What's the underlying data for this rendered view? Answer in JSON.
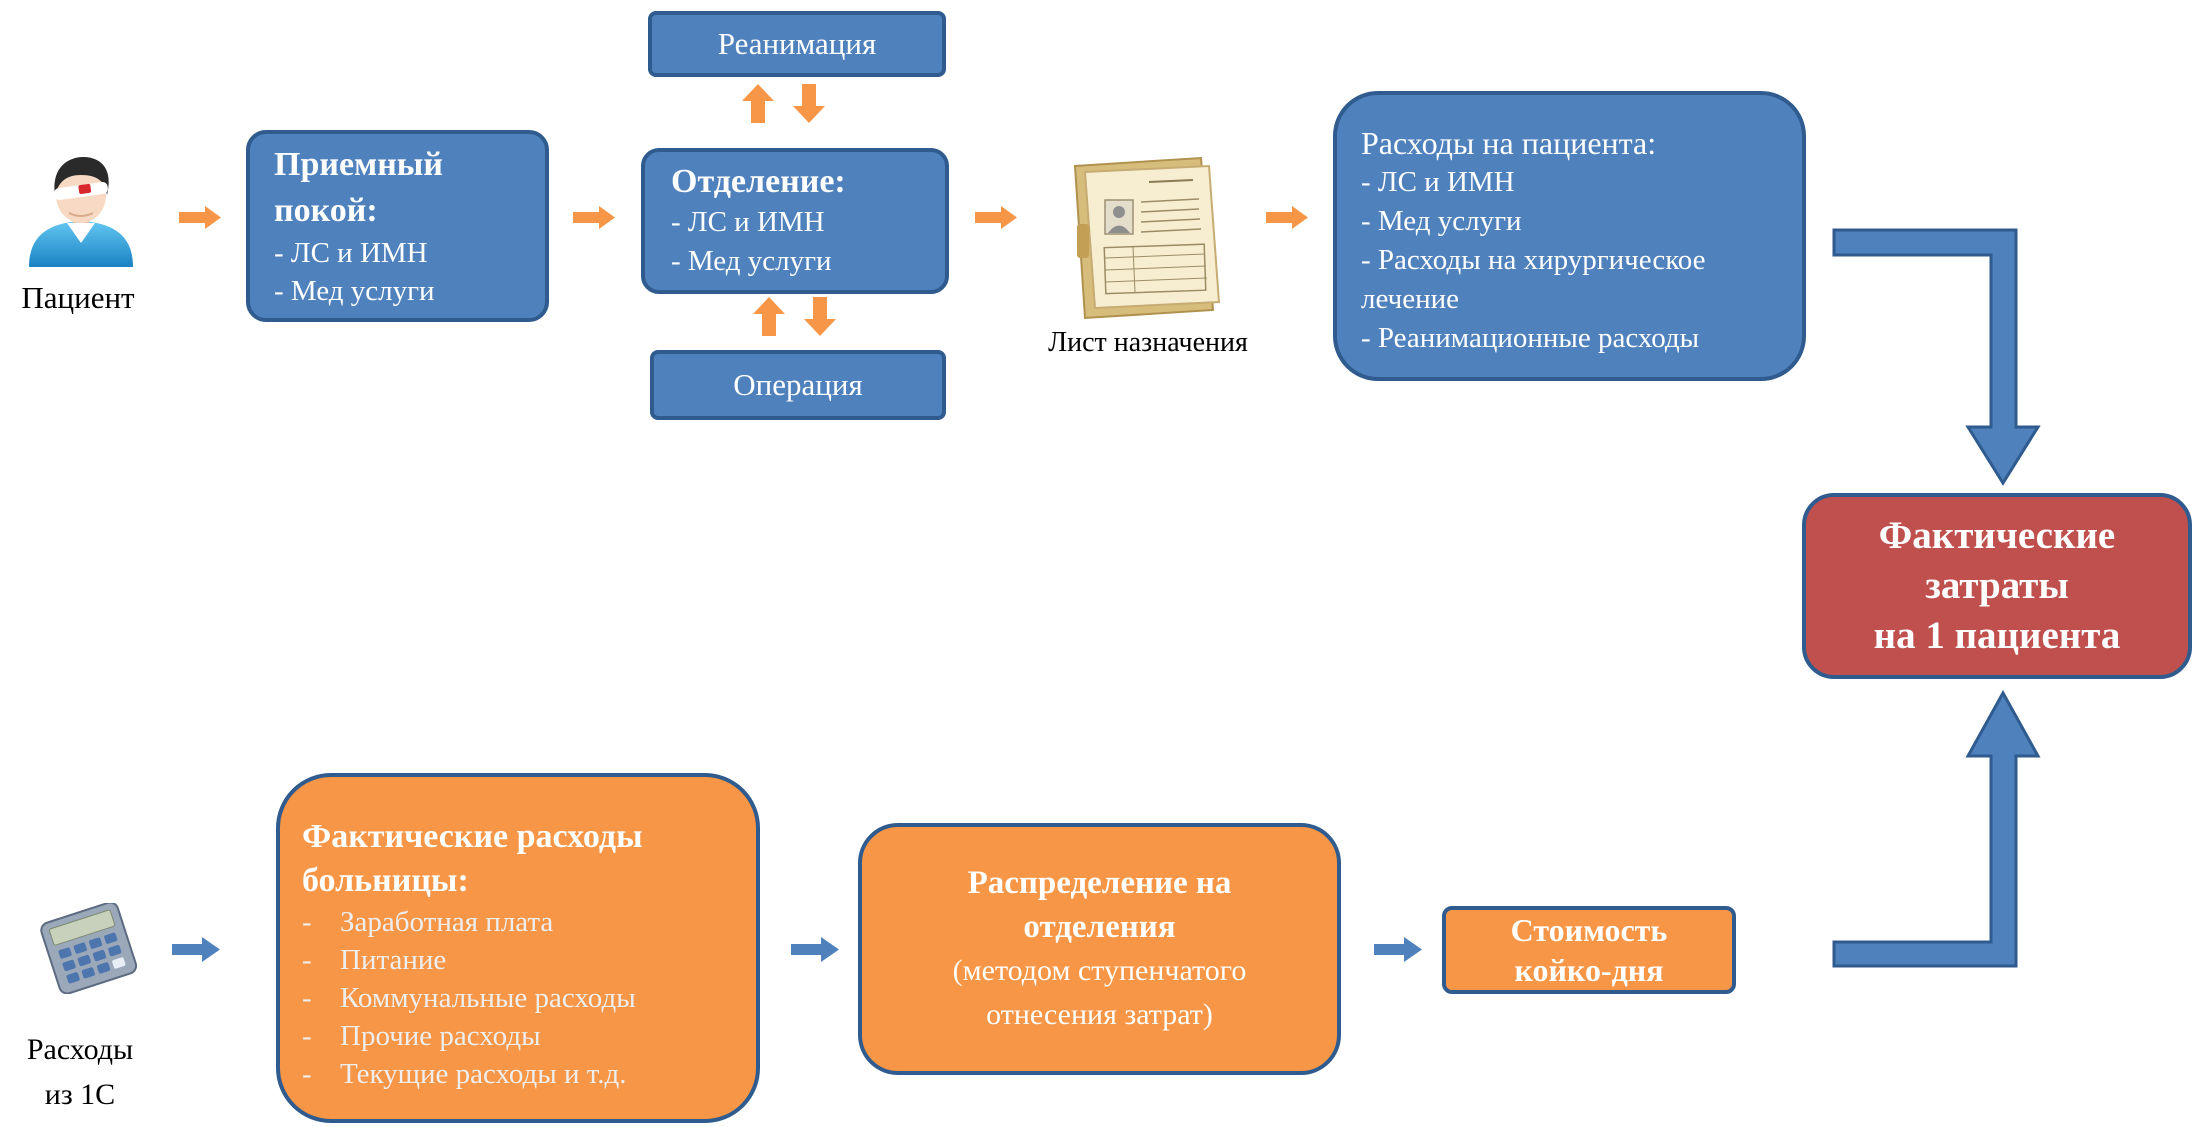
{
  "colors": {
    "blue_box": "#4F81BD",
    "box_border": "#2F5B8F",
    "orange_box": "#F79646",
    "red_box": "#C0504D",
    "connector_orange": "#F79646",
    "connector_blue": "#4F81BD"
  },
  "patient": {
    "icon": "patient-avatar-icon",
    "label": "Пациент"
  },
  "reception": {
    "title_lines": [
      "Приемный",
      "покой:"
    ],
    "items": [
      "- ЛС и ИМН",
      "- Мед услуги"
    ]
  },
  "reanimation": {
    "label": "Реанимация"
  },
  "department": {
    "title": "Отделение:",
    "items": [
      "- ЛС и ИМН",
      "- Мед услуги"
    ]
  },
  "operation": {
    "label": "Операция"
  },
  "prescription_sheet": {
    "icon": "document-folder-icon",
    "label": "Лист назначения"
  },
  "patient_expenses": {
    "title": "Расходы на пациента:",
    "items": [
      "- ЛС и ИМН",
      "- Мед услуги",
      "- Расходы на хирургическое лечение",
      "- Реанимационные расходы"
    ]
  },
  "actual_costs_per_patient": {
    "lines": [
      "Фактические",
      "затраты",
      "на 1 пациента"
    ]
  },
  "source_1c": {
    "icon": "calculator-icon",
    "label_lines": [
      "Расходы",
      "из 1С"
    ]
  },
  "hospital_expenses": {
    "title_lines": [
      "Фактические расходы",
      "больницы:"
    ],
    "bullet": "-",
    "items": [
      "Заработная плата",
      "Питание",
      "Коммунальные расходы",
      "Прочие расходы",
      "Текущие расходы и т.д."
    ]
  },
  "distribution": {
    "title_lines": [
      "Распределение на",
      "отделения"
    ],
    "desc_lines": [
      "(методом ступенчатого",
      "отнесения затрат)"
    ]
  },
  "bed_day_cost": {
    "lines": [
      "Стоимость",
      "койко-дня"
    ]
  }
}
